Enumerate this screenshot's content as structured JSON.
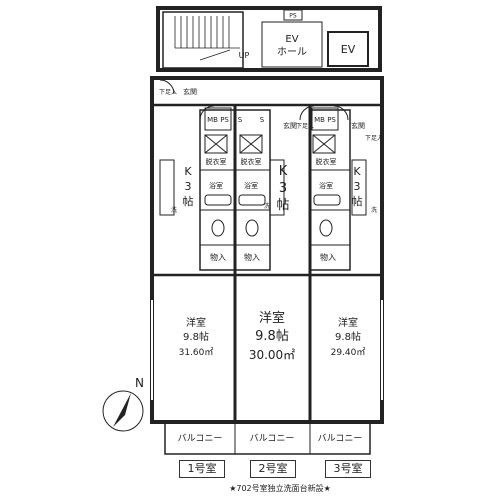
{
  "top": {
    "ps": "PS",
    "ev_hall_line1": "EV",
    "ev_hall_line2": "ホール",
    "ev": "EV",
    "up": "UP"
  },
  "labels": {
    "shoe": "下足入",
    "entrance": "玄関",
    "mb_ps": "MB PS",
    "s": "S",
    "dressing": "脱衣室",
    "bath": "浴室",
    "wash": "洗",
    "toilet": "WC",
    "storage": "物入",
    "kitchen_k": "K",
    "kitchen_3": "3",
    "kitchen_jo": "帖"
  },
  "units": [
    {
      "name": "1号室",
      "room": "洋室",
      "size": "9.8帖",
      "area": "31.60㎡",
      "balcony": "バルコニー"
    },
    {
      "name": "2号室",
      "room": "洋室",
      "size": "9.8帖",
      "area": "30.00㎡",
      "balcony": "バルコニー"
    },
    {
      "name": "3号室",
      "room": "洋室",
      "size": "9.8帖",
      "area": "29.40㎡",
      "balcony": "バルコニー"
    }
  ],
  "compass": "N",
  "note": "★702号室独立洗面台新設★"
}
